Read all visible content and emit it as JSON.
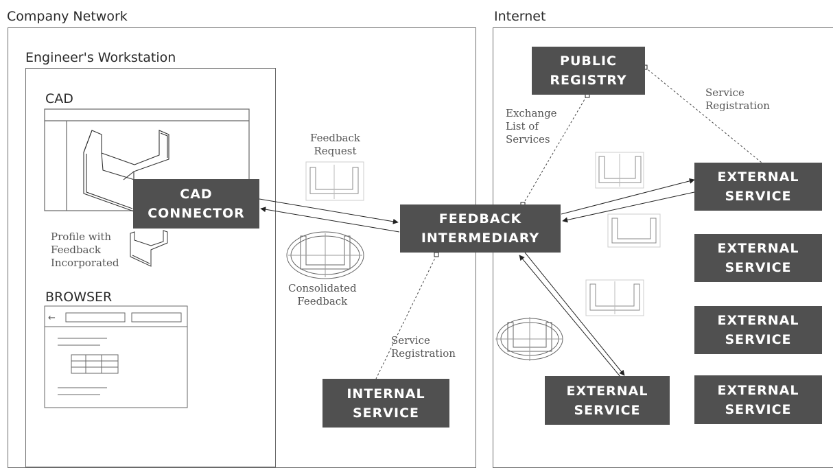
{
  "regions": {
    "company_network": "Company Network",
    "internet": "Internet",
    "workstation": "Engineer's Workstation",
    "cad": "CAD",
    "browser": "BROWSER"
  },
  "boxes": {
    "cad_connector": [
      "CAD",
      "CONNECTOR"
    ],
    "feedback_intermediary": [
      "FEEDBACK",
      "INTERMEDIARY"
    ],
    "public_registry": [
      "PUBLIC",
      "REGISTRY"
    ],
    "internal_service": [
      "INTERNAL",
      "SERVICE"
    ],
    "external_service_1": [
      "EXTERNAL",
      "SERVICE"
    ],
    "external_service_2": [
      "EXTERNAL",
      "SERVICE"
    ],
    "external_service_3": [
      "EXTERNAL",
      "SERVICE"
    ],
    "external_service_4": [
      "EXTERNAL",
      "SERVICE"
    ],
    "external_service_5": [
      "EXTERNAL",
      "SERVICE"
    ]
  },
  "notes": {
    "feedback_request": [
      "Feedback",
      "Request"
    ],
    "consolidated_feedback": [
      "Consolidated",
      "Feedback"
    ],
    "profile_feedback": [
      "Profile with",
      "Feedback",
      "Incorporated"
    ],
    "service_registration_internal": [
      "Service",
      "Registration"
    ],
    "service_registration_public": [
      "Service",
      "Registration"
    ],
    "exchange_list": [
      "Exchange",
      "List of",
      "Services"
    ]
  },
  "browser": {
    "back_arrow": "←"
  },
  "colors": {
    "box_fill": "#505050",
    "box_text": "#ffffff",
    "frame": "#6a6a6a",
    "note_text": "#555555"
  }
}
